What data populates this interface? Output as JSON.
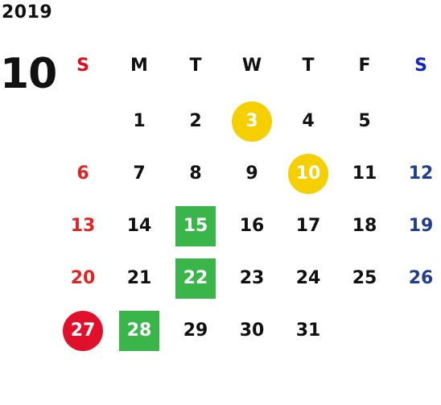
{
  "calendar": {
    "year": "2019",
    "month": "10",
    "weekdays": [
      {
        "label": "S",
        "kind": "sun"
      },
      {
        "label": "M",
        "kind": "weekday"
      },
      {
        "label": "T",
        "kind": "weekday"
      },
      {
        "label": "W",
        "kind": "weekday"
      },
      {
        "label": "T",
        "kind": "weekday"
      },
      {
        "label": "F",
        "kind": "weekday"
      },
      {
        "label": "S",
        "kind": "sat"
      }
    ],
    "weeks": [
      [
        null,
        "1",
        "2",
        "3",
        "4",
        "5",
        null
      ],
      [
        "6",
        "7",
        "8",
        "9",
        "10",
        "11",
        "12"
      ],
      [
        "13",
        "14",
        "15",
        "16",
        "17",
        "18",
        "19"
      ],
      [
        "20",
        "21",
        "22",
        "23",
        "24",
        "25",
        "26"
      ],
      [
        "27",
        "28",
        "29",
        "30",
        "31",
        null,
        null
      ]
    ],
    "highlights": {
      "3": "holiday-yellow",
      "10": "holiday-yellow",
      "15": "closed-green",
      "22": "closed-green",
      "27": "holiday-red",
      "28": "closed-green"
    },
    "colors": {
      "sunday_text": "#e02424",
      "saturday_text": "#1f3e8f",
      "sunday_header": "#e00d1f",
      "saturday_header": "#1426c8",
      "yellow_marker": "#f6cf00",
      "red_marker": "#e0102b",
      "green_marker": "#3ab54a"
    }
  }
}
